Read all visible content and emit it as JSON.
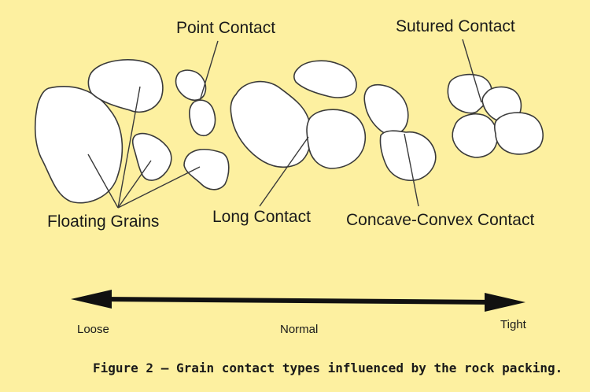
{
  "labels": {
    "point_contact": "Point Contact",
    "sutured_contact": "Sutured Contact",
    "floating_grains": "Floating Grains",
    "long_contact": "Long Contact",
    "concave_convex_contact": "Concave-Convex Contact"
  },
  "scale": {
    "loose": "Loose",
    "normal": "Normal",
    "tight": "Tight"
  },
  "caption": "Figure 2 – Grain contact types influenced by the rock packing.",
  "colors": {
    "background": "#fdf0a0",
    "grain_fill": "#ffffff",
    "outline": "#3a3a3a",
    "arrow": "#111111"
  }
}
